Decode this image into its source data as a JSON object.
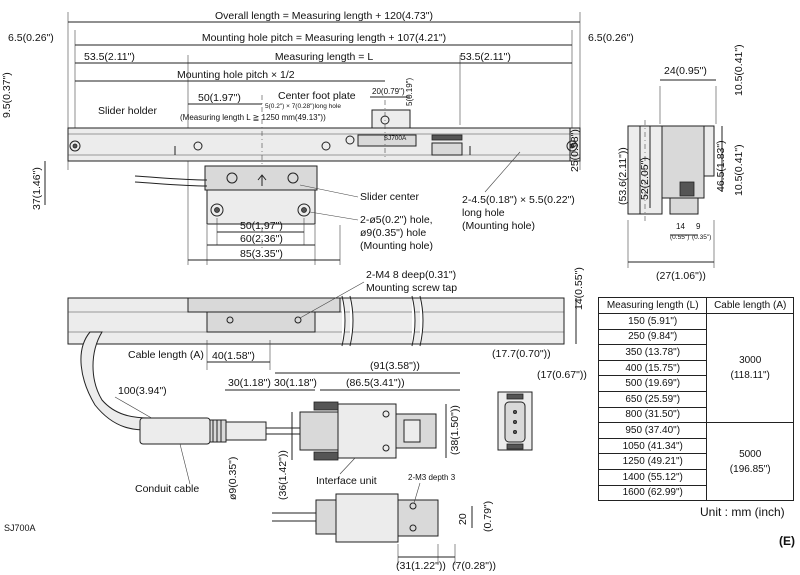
{
  "labels": {
    "overall_length": "Overall length = Measuring length + 120(4.73\")",
    "mount_pitch": "Mounting hole pitch = Measuring length + 107(4.21\")",
    "left_margin": "6.5(0.26\")",
    "right_margin": "6.5(0.26\")",
    "end_left": "53.5(2.11\")",
    "end_right": "53.5(2.11\")",
    "measuring_length": "Measuring length = L",
    "half_pitch": "Mounting hole pitch × 1/2",
    "height_95": "9.5(0.37\")",
    "slider_holder": "Slider holder",
    "dim_50": "50(1.97\")",
    "center_foot_plate": "Center foot plate",
    "long_hole_spec": "5(0.2\") × 7(0.28\")long hole",
    "long_hole_cond": "(Measuring length L ≧ 1250 mm(49.13\"))",
    "dim_20": "20(0.79\")",
    "dim_5": "5(0.19\")",
    "dim_25": "25(0.98\")",
    "dim_37": "37(1.46\")",
    "slider_center": "Slider center",
    "long_hole_a": "2-4.5(0.18\") × 5.5(0.22\")",
    "long_hole_b": "long hole",
    "long_hole_c": "(Mounting hole)",
    "hole_a": "2-ø5(0.2\") hole,",
    "hole_b": "ø9(0.35\") hole",
    "hole_c": "(Mounting hole)",
    "dim_50b": "50(1.97\")",
    "dim_60": "60(2.36\")",
    "dim_85": "85(3.35\")",
    "m4_a": "2-M4 8 deep(0.31\")",
    "m4_b": "Mounting screw tap",
    "dim_14": "14(0.55\")",
    "cable_length": "Cable length (A)",
    "dim_40": "40(1.58\")",
    "dim_91": "(91(3.58\"))",
    "dim_177": "(17.7(0.70\"))",
    "dim_17": "(17(0.67\"))",
    "dim_100": "100(3.94\")",
    "dim_30a": "30(1.18\")",
    "dim_30b": "30(1.18\")",
    "dim_865": "(86.5(3.41\"))",
    "dim_38": "(38(1.50\"))",
    "dim_36": "(36(1.42\"))",
    "conduit_cable": "Conduit cable",
    "dim_9": "ø9(0.35\")",
    "interface_unit": "Interface unit",
    "m3": "2-M3 depth 3",
    "dim_20b": "20",
    "dim_079": "(0.79\")",
    "dim_31": "(31(1.22\"))",
    "dim_7": "(7(0.28\"))",
    "side_24": "24(0.95\")",
    "side_105a": "10.5(0.41\")",
    "side_536": "(53.6(2.11\"))",
    "side_52": "52(2.05\")",
    "side_465": "46.5(1.83\")",
    "side_105b": "10.5(0.41\")",
    "side_14": "14",
    "side_14in": "(0.55\")",
    "side_9": "9",
    "side_9in": "(0.35\")",
    "side_27": "(27(1.06\"))",
    "scale_model": "SJ700A"
  },
  "table": {
    "col_measuring": "Measuring length (L)",
    "col_cable": "Cable length (A)",
    "group1_lengths": [
      "150 (5.91\")",
      "250 (9.84\")",
      "350 (13.78\")",
      "400 (15.75\")",
      "500 (19.69\")",
      "650 (25.59\")",
      "800 (31.50\")"
    ],
    "group1_cable_mm": "3000",
    "group1_cable_in": "(118.11\")",
    "group2_lengths": [
      "950 (37.40\")",
      "1050 (41.34\")",
      "1250 (49.21\")",
      "1400 (55.12\")",
      "1600 (62.99\")"
    ],
    "group2_cable_mm": "5000",
    "group2_cable_in": "(196.85\")"
  },
  "unit_note": "Unit : mm (inch)",
  "model_code": "SJ700A",
  "lang_mark": "(E)"
}
